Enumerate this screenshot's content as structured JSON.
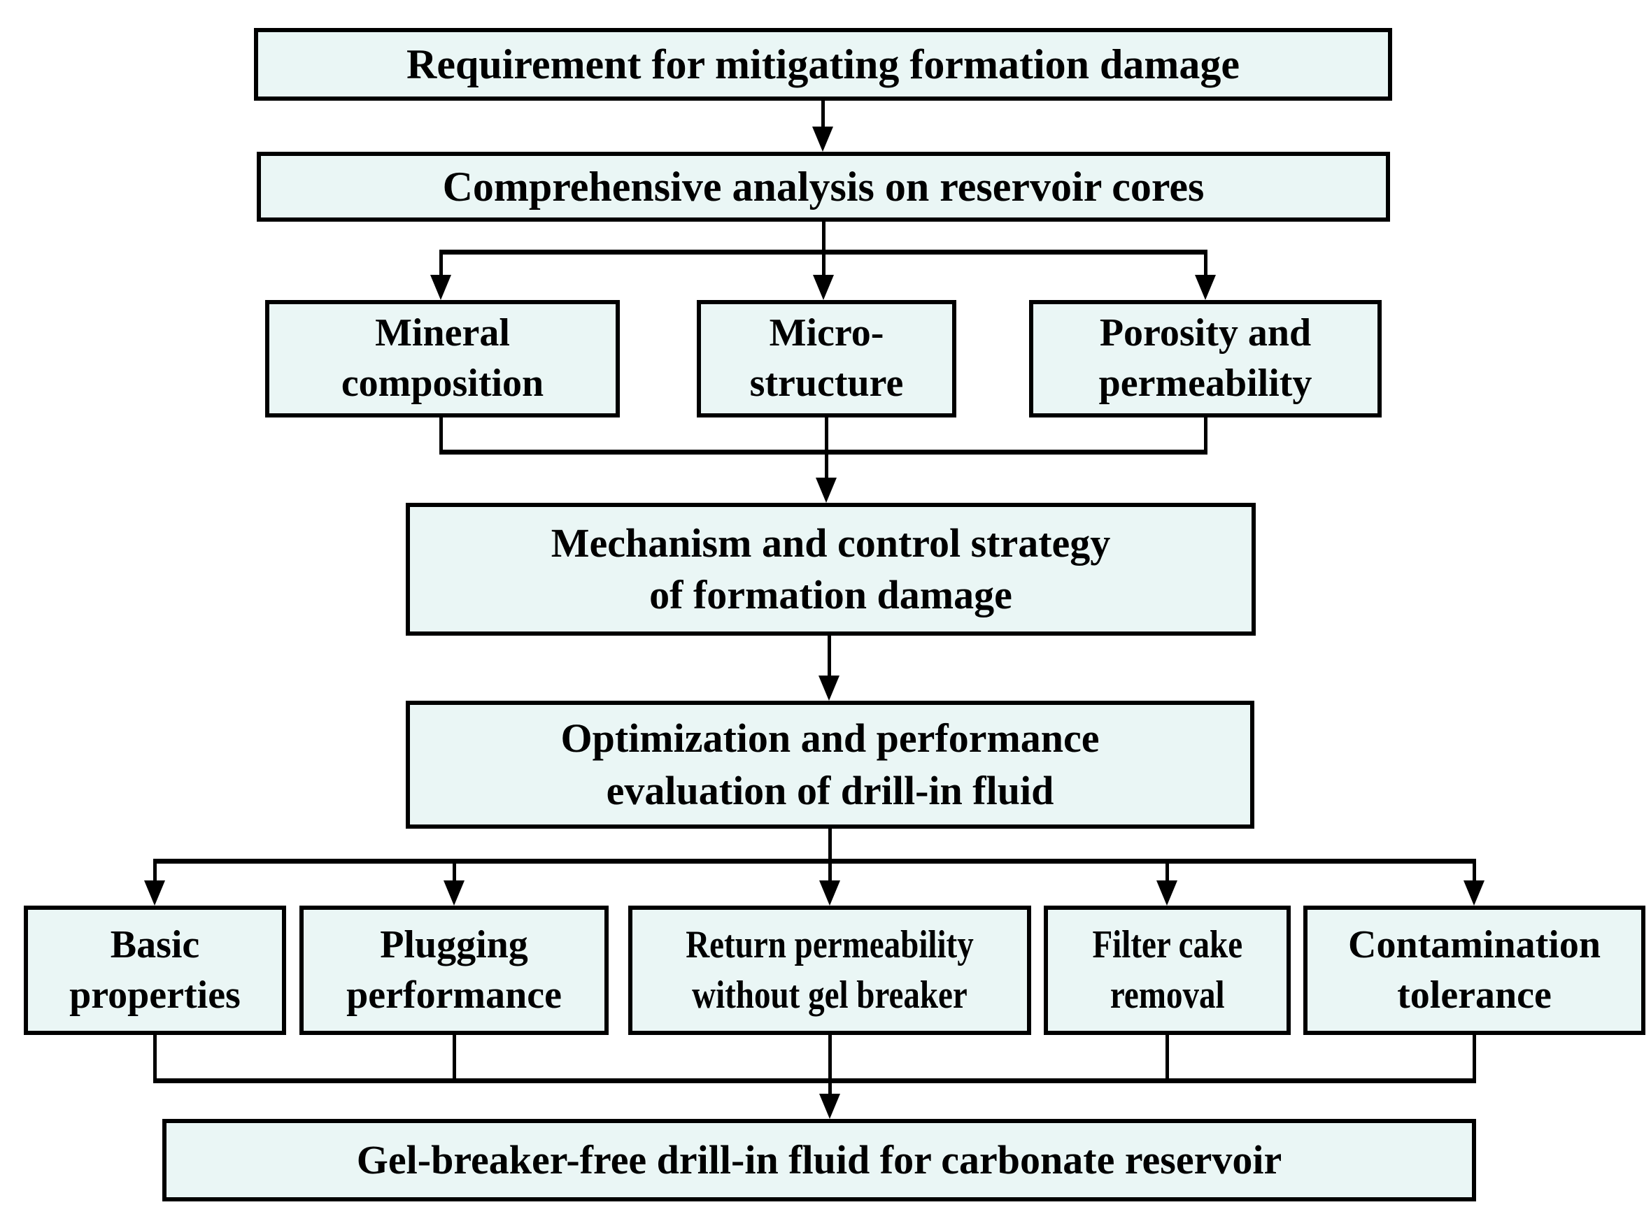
{
  "colors": {
    "background": "#ffffff",
    "box_fill": "#eaf6f5",
    "box_border": "#000000",
    "text": "#000000",
    "connector": "#000000"
  },
  "nodes": {
    "requirement": {
      "label": "Requirement for mitigating formation damage",
      "lines": [
        "Requirement for mitigating formation damage"
      ]
    },
    "analysis": {
      "label": "Comprehensive analysis on reservoir cores",
      "lines": [
        "Comprehensive analysis on reservoir cores"
      ]
    },
    "mineral": {
      "label": "Mineral composition",
      "lines": [
        "Mineral",
        "composition"
      ]
    },
    "micro": {
      "label": "Micro-structure",
      "lines": [
        "Micro-",
        "structure"
      ]
    },
    "porosity": {
      "label": "Porosity and permeability",
      "lines": [
        "Porosity and",
        "permeability"
      ]
    },
    "mechanism": {
      "label": "Mechanism and control strategy of formation damage",
      "lines": [
        "Mechanism and control strategy",
        "of formation damage"
      ]
    },
    "optimization": {
      "label": "Optimization and performance evaluation of drill-in fluid",
      "lines": [
        "Optimization and performance",
        "evaluation of drill-in fluid"
      ]
    },
    "basic": {
      "label": "Basic properties",
      "lines": [
        "Basic",
        "properties"
      ]
    },
    "plugging": {
      "label": "Plugging performance",
      "lines": [
        "Plugging",
        "performance"
      ]
    },
    "return_perm": {
      "label": "Return permeability without gel breaker",
      "lines": [
        "Return permeability",
        "without gel breaker"
      ]
    },
    "filter_cake": {
      "label": "Filter cake removal",
      "lines": [
        "Filter cake",
        "removal"
      ]
    },
    "contamination": {
      "label": "Contamination tolerance",
      "lines": [
        "Contamination",
        "tolerance"
      ]
    },
    "final": {
      "label": "Gel-breaker-free drill-in fluid for carbonate reservoir",
      "lines": [
        "Gel-breaker-free drill-in fluid for carbonate reservoir"
      ]
    }
  },
  "edges": [
    {
      "from": "requirement",
      "to": "analysis"
    },
    {
      "from": "analysis",
      "to": "mineral"
    },
    {
      "from": "analysis",
      "to": "micro"
    },
    {
      "from": "analysis",
      "to": "porosity"
    },
    {
      "from": "mineral",
      "to": "mechanism"
    },
    {
      "from": "micro",
      "to": "mechanism"
    },
    {
      "from": "porosity",
      "to": "mechanism"
    },
    {
      "from": "mechanism",
      "to": "optimization"
    },
    {
      "from": "optimization",
      "to": "basic"
    },
    {
      "from": "optimization",
      "to": "plugging"
    },
    {
      "from": "optimization",
      "to": "return_perm"
    },
    {
      "from": "optimization",
      "to": "filter_cake"
    },
    {
      "from": "optimization",
      "to": "contamination"
    },
    {
      "from": "basic",
      "to": "final"
    },
    {
      "from": "plugging",
      "to": "final"
    },
    {
      "from": "return_perm",
      "to": "final"
    },
    {
      "from": "filter_cake",
      "to": "final"
    },
    {
      "from": "contamination",
      "to": "final"
    }
  ]
}
